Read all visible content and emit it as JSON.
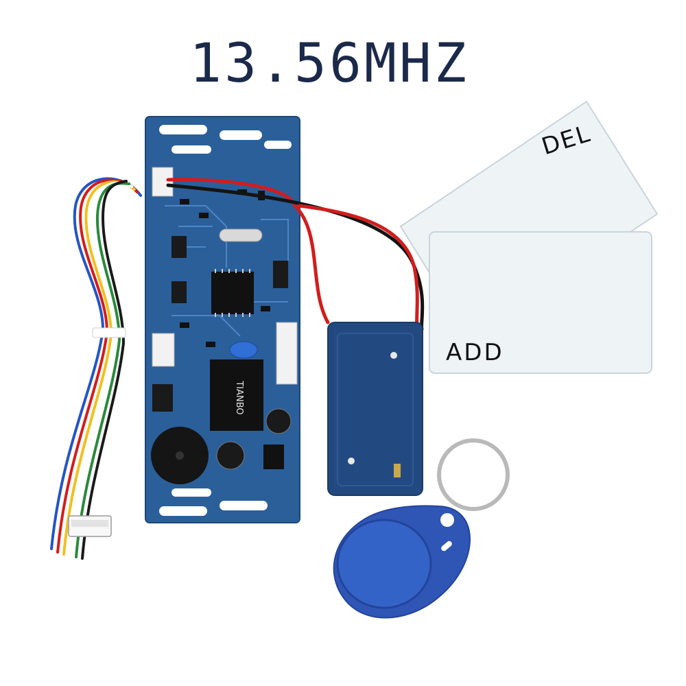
{
  "title": "13.56MHZ",
  "cards": {
    "top_label": "DEL",
    "bottom_label": "ADD"
  },
  "relay_text": "TIANBO",
  "colors": {
    "title": "#1b2a4a",
    "pcb": "#2a5f9a",
    "pcb_dark": "#1d4676",
    "antenna": "#234a80",
    "keyfob": "#2f55b5",
    "card": "#eef3f6",
    "wire_red": "#d21d1d",
    "wire_black": "#141414"
  },
  "icons": [
    "pcb-board",
    "wire-harness",
    "rfid-antenna",
    "rfid-card",
    "keyfob-tag",
    "key-ring"
  ]
}
